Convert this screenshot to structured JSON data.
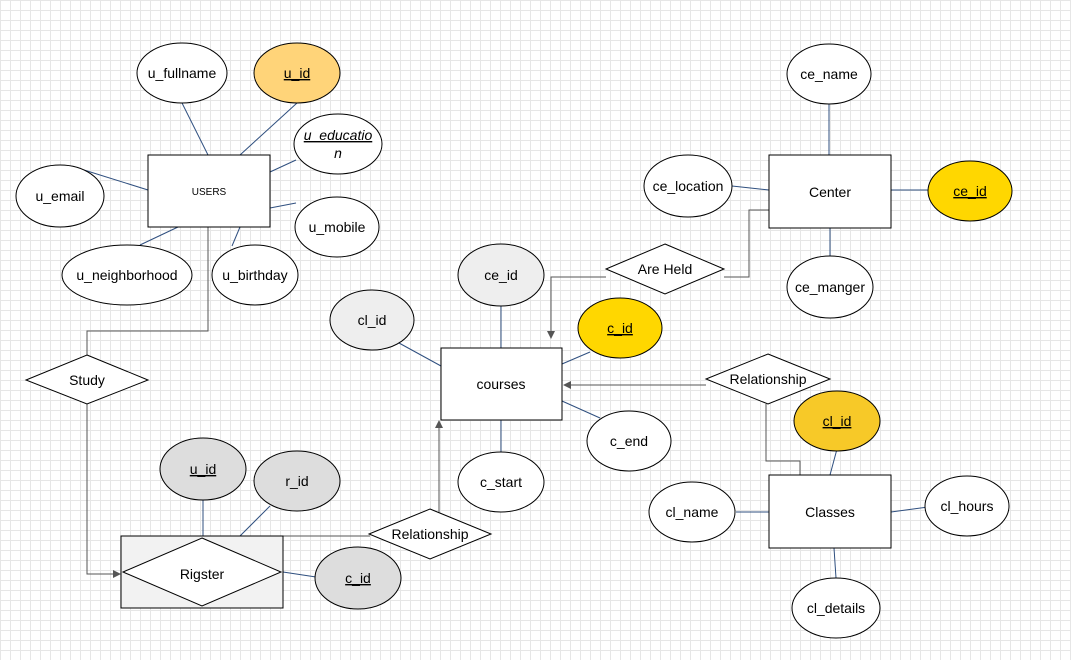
{
  "colors": {
    "line": "#2f4f7f",
    "arrow": "#555555",
    "stroke": "#000000",
    "attr_fill": "#ffffff",
    "gray_fill": "#eeeeee",
    "dark_gray_fill": "#dddddd",
    "orange_key": "#ffd479",
    "yellow_key": "#ffd700",
    "gold_key": "#f7c928"
  },
  "entities": {
    "users": "USERS",
    "center": "Center",
    "courses": "courses",
    "classes": "Classes",
    "rigster": "Rigster"
  },
  "relationships": {
    "study": "Study",
    "are_held": "Are Held",
    "relationship_classes": "Relationship",
    "relationship_register": "Relationship"
  },
  "attributes": {
    "u_fullname": "u_fullname",
    "users_u_id": "u_id",
    "u_education_line1": "u_educatio",
    "u_education_line2": "n",
    "u_email": "u_email",
    "u_mobile": "u_mobile",
    "u_neighborhood": "u_neighborhood",
    "u_birthday": "u_birthday",
    "ce_name": "ce_name",
    "ce_location": "ce_location",
    "center_ce_id": "ce_id",
    "ce_manger": "ce_manger",
    "courses_ce_id": "ce_id",
    "courses_cl_id": "cl_id",
    "courses_c_id": "c_id",
    "c_end": "c_end",
    "c_start": "c_start",
    "classes_cl_id": "cl_id",
    "cl_name": "cl_name",
    "cl_hours": "cl_hours",
    "cl_details": "cl_details",
    "rigster_u_id": "u_id",
    "r_id": "r_id",
    "rigster_c_id": "c_id"
  }
}
